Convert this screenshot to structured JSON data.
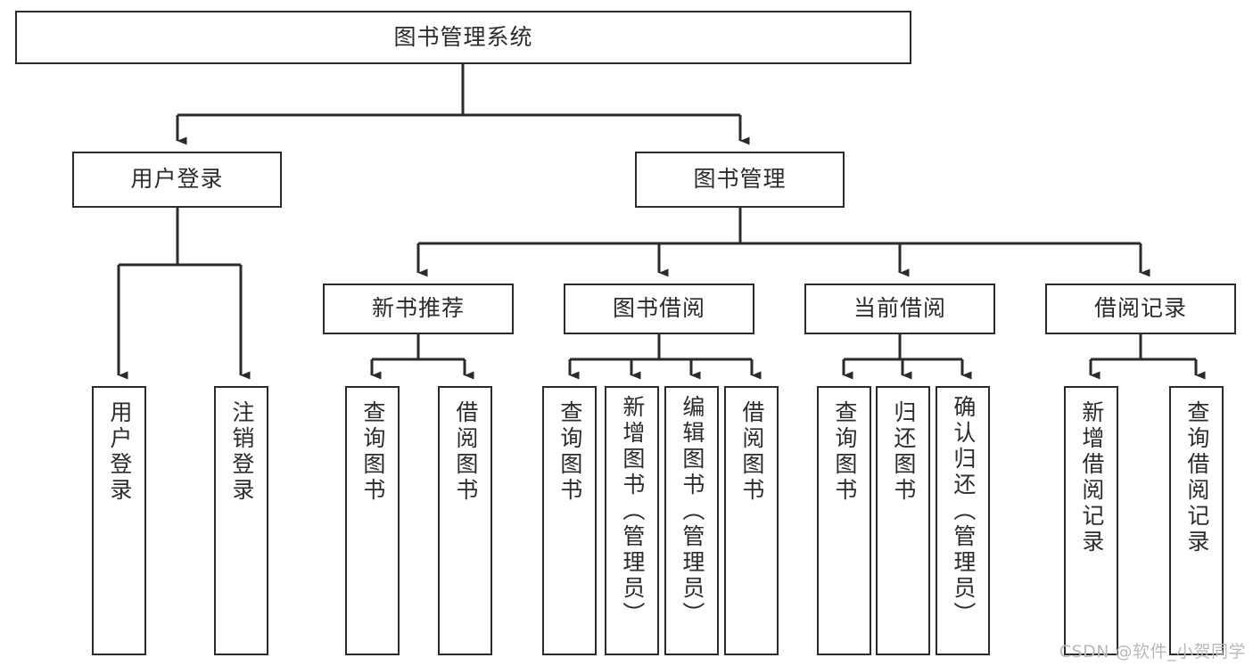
{
  "diagram": {
    "title": "图书管理系统",
    "type": "hierarchy-tree",
    "root": {
      "label": "图书管理系统"
    },
    "level1": [
      {
        "id": "user-login",
        "label": "用户登录"
      },
      {
        "id": "book-manage",
        "label": "图书管理"
      }
    ],
    "level2": [
      {
        "id": "new-book-rec",
        "label": "新书推荐"
      },
      {
        "id": "book-borrow",
        "label": "图书借阅"
      },
      {
        "id": "current-borrow",
        "label": "当前借阅"
      },
      {
        "id": "borrow-record",
        "label": "借阅记录"
      }
    ],
    "leaves": [
      {
        "id": "leaf-user-login",
        "label": "用户登录"
      },
      {
        "id": "leaf-user-logout",
        "label": "注销登录"
      },
      {
        "id": "leaf-query-book-1",
        "label": "查询图书"
      },
      {
        "id": "leaf-borrow-book-1",
        "label": "借阅图书"
      },
      {
        "id": "leaf-query-book-2",
        "label": "查询图书"
      },
      {
        "id": "leaf-add-book",
        "label": "新增图书（管理员）"
      },
      {
        "id": "leaf-edit-book",
        "label": "编辑图书（管理员）"
      },
      {
        "id": "leaf-borrow-book-2",
        "label": "借阅图书"
      },
      {
        "id": "leaf-query-book-3",
        "label": "查询图书"
      },
      {
        "id": "leaf-return-book",
        "label": "归还图书"
      },
      {
        "id": "leaf-confirm-return",
        "label": "确认归还（管理员）"
      },
      {
        "id": "leaf-add-record",
        "label": "新增借阅记录"
      },
      {
        "id": "leaf-query-record",
        "label": "查询借阅记录"
      }
    ],
    "colors": {
      "stroke": "#2b2b2b",
      "fill": "#ffffff",
      "watermark": "#b9b9b9"
    }
  },
  "watermark": {
    "text": "CSDN @软件_小贺同学"
  }
}
